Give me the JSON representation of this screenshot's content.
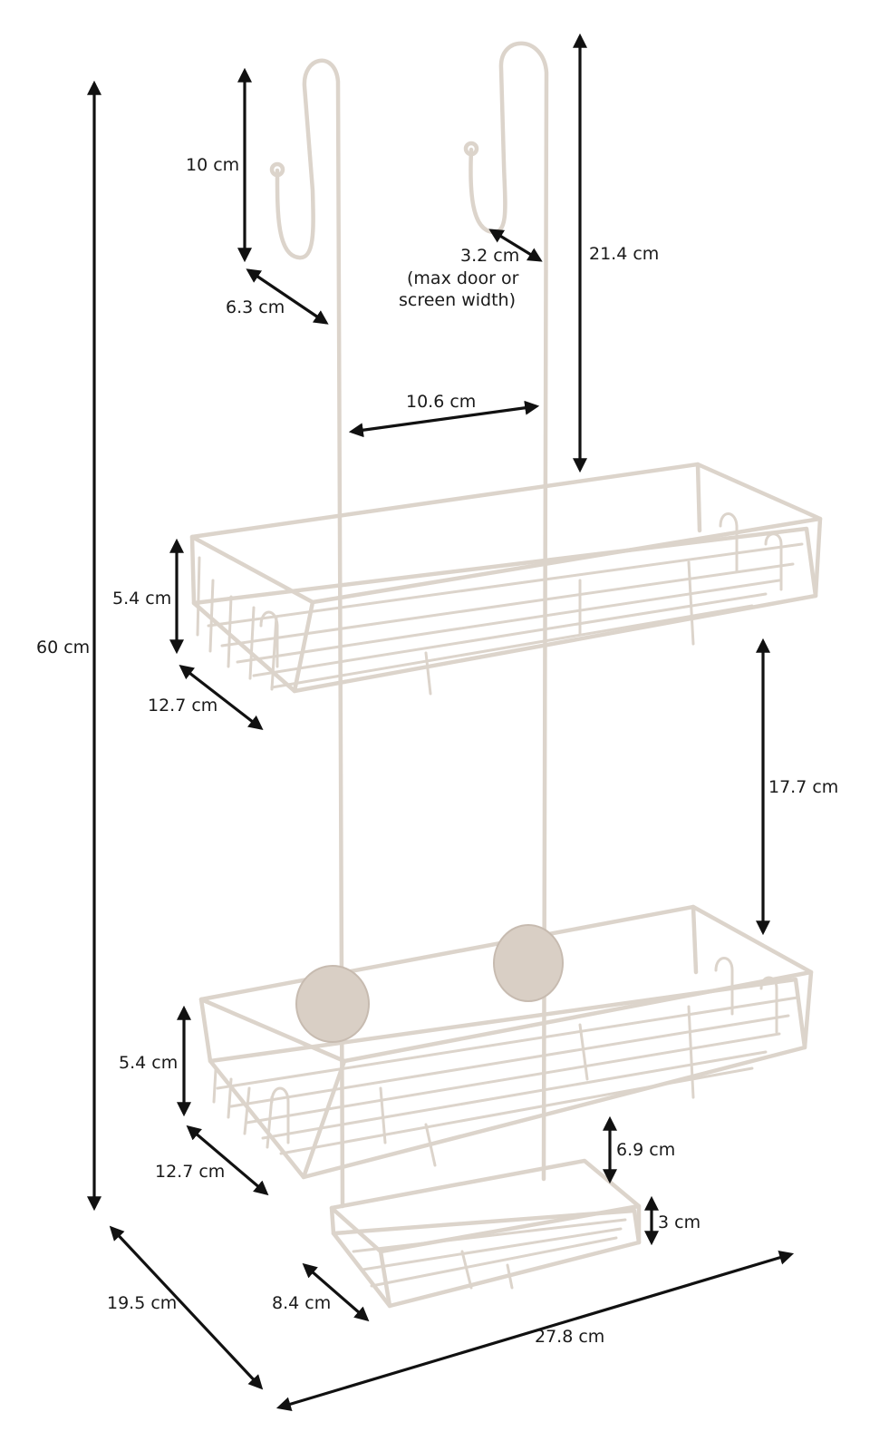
{
  "colors": {
    "wire": "#dcd4cb",
    "disc": "#d9cfc5",
    "arrow": "#111111",
    "text": "#1a1a1a"
  },
  "dimensions": {
    "hook_depth": "10 cm",
    "hook_gap": "6.3 cm",
    "door_width_value": "3.2 cm",
    "door_width_note_1": "(max door or",
    "door_width_note_2": "screen width)",
    "hanger_length": "21.4 cm",
    "hanger_spacing": "10.6 cm",
    "total_height": "60 cm",
    "top_basket_height": "5.4 cm",
    "top_basket_depth": "12.7 cm",
    "basket_spacing": "17.7 cm",
    "lower_basket_height": "5.4 cm",
    "lower_basket_depth": "12.7 cm",
    "soap_gap": "6.9 cm",
    "soap_height": "3 cm",
    "overall_depth": "19.5 cm",
    "soap_depth": "8.4 cm",
    "overall_width": "27.8 cm"
  }
}
